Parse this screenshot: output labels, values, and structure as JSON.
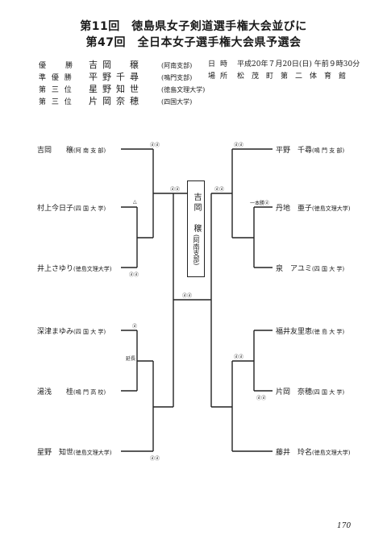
{
  "title": {
    "line1": "第11回　徳島県女子剣道選手権大会並びに",
    "line2": "第47回　全日本女子選手権大会県予選会"
  },
  "results": [
    {
      "rank": "優　　勝",
      "name": "吉岡　穣",
      "affil": "(阿南支部)"
    },
    {
      "rank": "準 優 勝",
      "name": "平野千尋",
      "affil": "(鳴門支部)"
    },
    {
      "rank": "第 三 位",
      "name": "星野知世",
      "affil": "(徳島文理大学)"
    },
    {
      "rank": "第 三 位",
      "name": "片岡奈穂",
      "affil": "(四国大学)"
    }
  ],
  "info": {
    "date_label": "日時",
    "date_value": "平成20年７月20日(日) 午前９時30分",
    "place_label": "場所",
    "place_value": "松　茂　町　第　二　体　育　館"
  },
  "left_players": [
    {
      "name": "吉岡　　穣",
      "affil": "(阿 南 支 部)"
    },
    {
      "name": "村上今日子",
      "affil": "(四 国 大 学)"
    },
    {
      "name": "井上さゆり",
      "affil": "(徳島文理大学)"
    },
    {
      "name": "深津まゆみ",
      "affil": "(四 国 大 学)"
    },
    {
      "name": "湯浅　　桂",
      "affil": "(鳴 門 高 校)"
    },
    {
      "name": "星野　知世",
      "affil": "(徳島文理大学)"
    }
  ],
  "right_players": [
    {
      "name": "平野　千尋",
      "affil": "(鳴 門 支 部)"
    },
    {
      "name": "丹地　亜子",
      "affil": "(徳島文理大学)"
    },
    {
      "name": "泉　アユミ",
      "affil": "(四 国 大 学)"
    },
    {
      "name": "福井友里恵",
      "affil": "(徳 島 大 学)"
    },
    {
      "name": "片岡　奈穂",
      "affil": "(四 国 大 学)"
    },
    {
      "name": "藤井　玲名",
      "affil": "(徳島文理大学)"
    }
  ],
  "champion": {
    "name": "吉岡　穣",
    "affil": "(阿南支部)"
  },
  "marks": {
    "double": "ⓓⓓ",
    "single": "ⓓ",
    "triangle": "△",
    "enchou": "延長",
    "ippon": "一本勝ⓓ"
  },
  "page_number": "170"
}
